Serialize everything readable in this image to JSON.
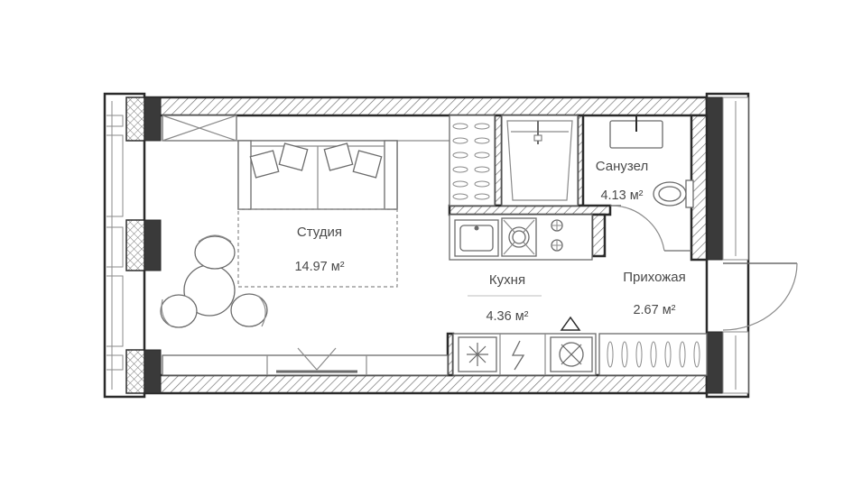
{
  "rooms": {
    "studio": {
      "name": "Студия",
      "area": "14.97 м²"
    },
    "bathroom": {
      "name": "Санузел",
      "area": "4.13 м²"
    },
    "kitchen": {
      "name": "Кухня",
      "area": "4.36 м²"
    },
    "hallway": {
      "name": "Прихожая",
      "area": "2.67 м²"
    }
  },
  "colors": {
    "wall_stroke": "#2b2b2b",
    "hatch": "#6b6b6b",
    "furniture": "#8a8a8a",
    "text": "#4a4a4a"
  }
}
